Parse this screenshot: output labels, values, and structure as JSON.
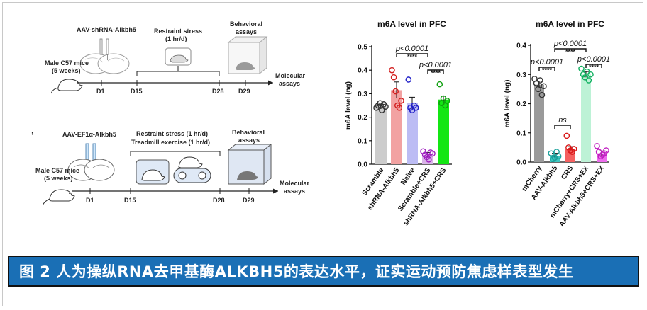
{
  "colors": {
    "caption_bg": "#1a6fb5",
    "scramble": "#cccccc",
    "shrna": "#f2a2a2",
    "naive": "#bcbcf4",
    "scr_crs": "#d9b4e8",
    "shrna_crs": "#14e614",
    "mcherry": "#9a9a9a",
    "aav": "#3ec6c0",
    "crs": "#f46060",
    "mch_crs_ex": "#bdf2d6",
    "aav_crs_ex": "#ec6cec"
  },
  "caption": "图 2 人为操纵RNA去甲基酶ALKBH5的表达水平，证实运动预防焦虑样表型发生",
  "timeline1": {
    "injection": "AAV-shRNA-Alkbh5",
    "subject_line1": "Male C57 mice",
    "subject_line2": "(5 weeks)",
    "stress_line1": "Restraint stress",
    "stress_line2": "(1 hr/d)",
    "behavior_line1": "Behavioral",
    "behavior_line2": "assays",
    "molecular_line1": "Molecular",
    "molecular_line2": "assays",
    "d1": "D1",
    "d15": "D15",
    "d28": "D28",
    "d29": "D29"
  },
  "timeline2": {
    "marker": "ʼ",
    "injection": "AAV-EF1α-Alkbh5",
    "subject_line1": "Male C57 mice",
    "subject_line2": "(5 weeks)",
    "stress_line1": "Restraint stress (1 hr/d)",
    "stress_line2": "Treadmill exercise (1 hr/d)",
    "behavior_line1": "Behavioral",
    "behavior_line2": "assays",
    "molecular_line1": "Molecular",
    "molecular_line2": "assays",
    "d1": "D1",
    "d15": "D15",
    "d28": "D28",
    "d29": "D29"
  },
  "icons": [
    "mouse-icon",
    "brain-icon",
    "syringe-icon",
    "restrainer-icon",
    "treadmill-icon",
    "behavior-box-icon"
  ],
  "chart_data": [
    {
      "type": "bar",
      "title": "m6A level in PFC",
      "ylabel": "m6A level (ng)",
      "ylim": [
        0,
        0.5
      ],
      "yticks": [
        "0.0",
        "0.1",
        "0.2",
        "0.3",
        "0.4",
        "0.5"
      ],
      "yticks_values": [
        0,
        0.1,
        0.2,
        0.3,
        0.4,
        0.5
      ],
      "categories": [
        "Scramble",
        "shRNA-Alkbh5",
        "Naive",
        "Scramble+CRS",
        "shRNA-Alkbh5+CRS"
      ],
      "values": [
        0.245,
        0.315,
        0.26,
        0.04,
        0.275
      ],
      "errors": [
        0.01,
        0.035,
        0.025,
        0.01,
        0.015
      ],
      "points": [
        [
          0.24,
          0.25,
          0.26,
          0.23,
          0.255,
          0.245
        ],
        [
          0.4,
          0.37,
          0.31,
          0.25,
          0.24,
          0.27
        ],
        [
          0.36,
          0.24,
          0.23,
          0.25,
          0.24
        ],
        [
          0.055,
          0.04,
          0.03,
          0.02,
          0.05,
          0.045
        ],
        [
          0.34,
          0.26,
          0.28,
          0.25,
          0.27
        ]
      ],
      "comparisons": [
        {
          "from": 1,
          "to": 3,
          "p": "p<0.0001",
          "stars": "****"
        },
        {
          "from": 3,
          "to": 4,
          "p": "p<0.0001",
          "stars": "****"
        }
      ]
    },
    {
      "type": "bar",
      "title": "m6A level in PFC",
      "ylabel": "m6A level (ng)",
      "ylim": [
        0,
        0.4
      ],
      "yticks": [
        "0.0",
        "0.1",
        "0.2",
        "0.3",
        "0.4"
      ],
      "yticks_values": [
        0,
        0.1,
        0.2,
        0.3,
        0.4
      ],
      "categories": [
        "mCherry",
        "AAV-Alkbh5",
        "CRS",
        "mCherry+CRS+EX",
        "AAV-Alkbh5+CRS+EX"
      ],
      "values": [
        0.265,
        0.022,
        0.045,
        0.3,
        0.03
      ],
      "errors": [
        0.012,
        0.008,
        0.008,
        0.01,
        0.008
      ],
      "points": [
        [
          0.285,
          0.27,
          0.25,
          0.28,
          0.23,
          0.26
        ],
        [
          0.03,
          0.01,
          0.015,
          0.035,
          0.02
        ],
        [
          0.09,
          0.05,
          0.04,
          0.035,
          0.045
        ],
        [
          0.32,
          0.3,
          0.29,
          0.31,
          0.28,
          0.3
        ],
        [
          0.055,
          0.035,
          0.02,
          0.025,
          0.03,
          0.04
        ]
      ],
      "comparisons": [
        {
          "from": 0,
          "to": 1,
          "p": "p<0.0001",
          "stars": "****"
        },
        {
          "from": 1,
          "to": 2,
          "p": "ns",
          "stars": ""
        },
        {
          "from": 1,
          "to": 3,
          "p": "p<0.0001",
          "stars": "****"
        },
        {
          "from": 3,
          "to": 4,
          "p": "p<0.0001",
          "stars": "****"
        }
      ]
    }
  ]
}
